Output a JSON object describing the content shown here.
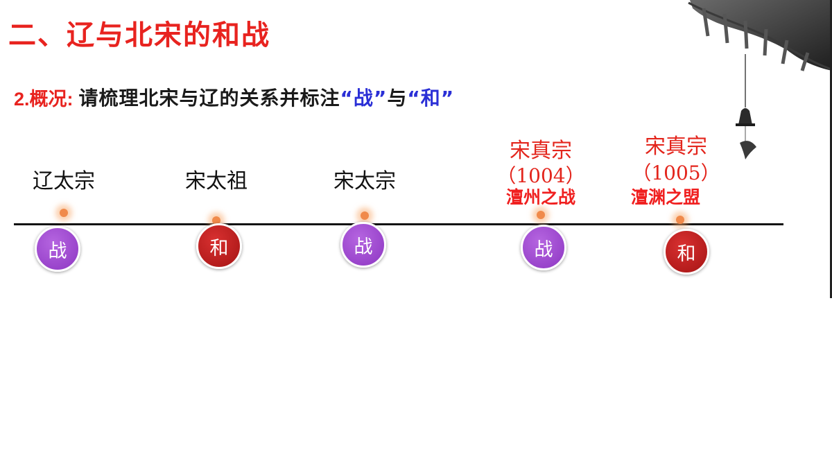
{
  "slide": {
    "title": "二、辽与北宋的和战",
    "subtitle_number": "2.概况:",
    "subtitle_text": "请梳理北宋与辽的关系并标注",
    "quote_war": "“战”",
    "connector": "与",
    "quote_peace": "“和”"
  },
  "colors": {
    "title_red": "#e8231f",
    "quote_blue": "#2a2fd6",
    "war_purple": "#9b45cc",
    "peace_red": "#b81d1d"
  },
  "timeline": {
    "nodes": [
      {
        "ruler": "辽太宗",
        "year": "",
        "event": "",
        "badge": "战",
        "kind": "war"
      },
      {
        "ruler": "宋太祖",
        "year": "",
        "event": "",
        "badge": "和",
        "kind": "peace"
      },
      {
        "ruler": "宋太宗",
        "year": "",
        "event": "",
        "badge": "战",
        "kind": "war"
      },
      {
        "ruler": "宋真宗",
        "year": "（1004）",
        "event": "澶州之战",
        "badge": "战",
        "kind": "war"
      },
      {
        "ruler": "宋真宗",
        "year": "（1005）",
        "event": "澶渊之盟",
        "badge": "和",
        "kind": "peace"
      }
    ]
  }
}
